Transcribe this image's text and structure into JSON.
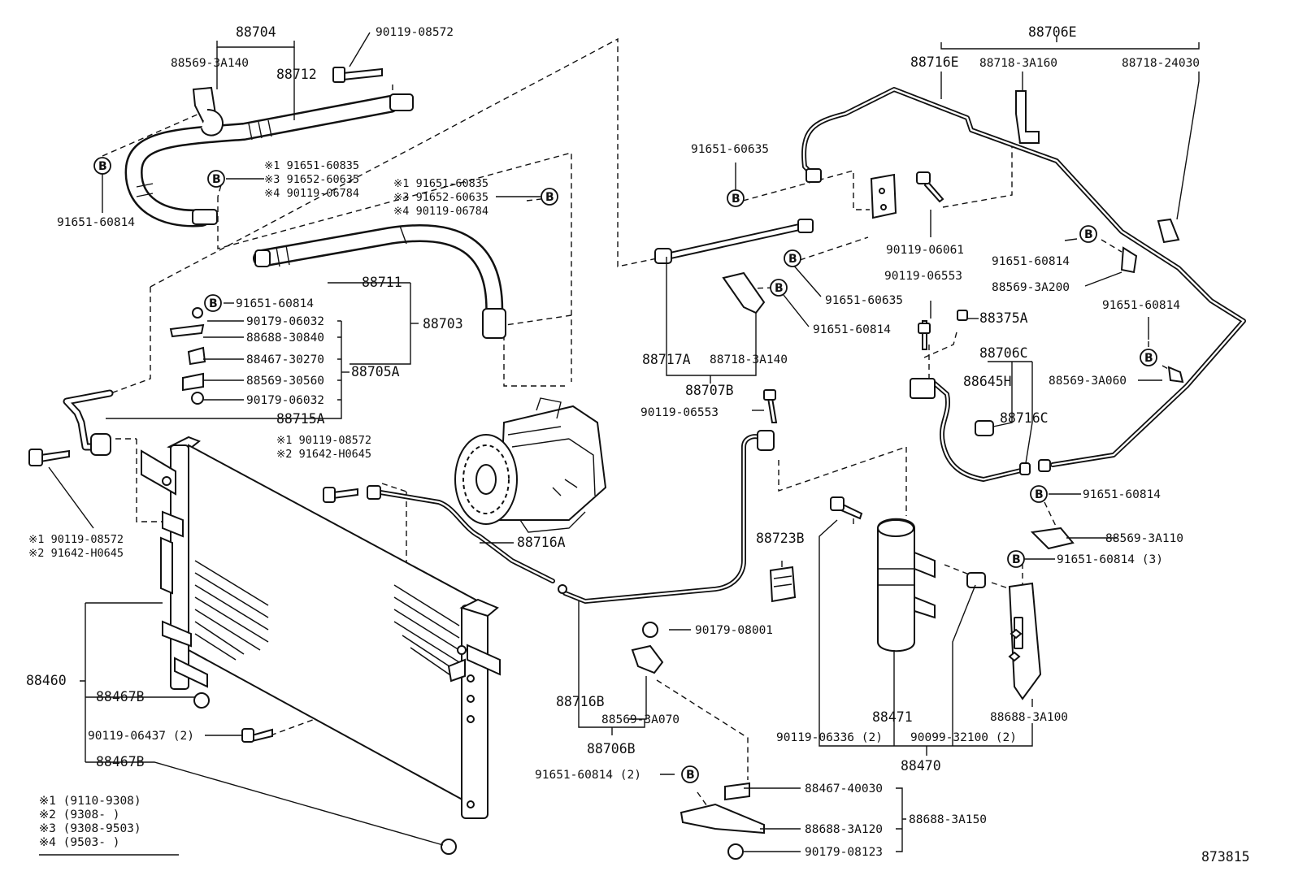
{
  "diagram_id": "873815",
  "callout_marker": "B",
  "groups": {
    "g88704": "88704",
    "g88706E": "88706E",
    "g88703": "88703",
    "g88705A": "88705A",
    "g88707B": "88707B",
    "g88706C": "88706C",
    "g88706B": "88706B",
    "g88460": "88460",
    "g88470": "88470",
    "g88688_3A150": "88688-3A150"
  },
  "labels": {
    "p88569_3A140": "88569-3A140",
    "p88712": "88712",
    "p90119_08572_top": "90119-08572",
    "p91651_60814_a": "91651-60814",
    "notes_a_1": "※1 91651-60835",
    "notes_a_3": "※3 91652-60635",
    "notes_a_4": "※4 90119-06784",
    "notes_b_1": "※1 91651-60835",
    "notes_b_3": "※3 91652-60635",
    "notes_b_4": "※4 90119-06784",
    "p88711": "88711",
    "p91651_60814_b": "91651-60814",
    "p90179_06032_a": "90179-06032",
    "p88688_30840": "88688-30840",
    "p88467_30270": "88467-30270",
    "p88569_30560": "88569-30560",
    "p90179_06032_b": "90179-06032",
    "p88715A": "88715A",
    "notes_c_1": "※1 90119-08572",
    "notes_c_2": "※2 91642-H0645",
    "notes_d_1": "※1 90119-08572",
    "notes_d_2": "※2 91642-H0645",
    "p88716A": "88716A",
    "p88467B_a": "88467B",
    "p90119_06437": "90119-06437 (2)",
    "p88467B_b": "88467B",
    "p91651_60635_a": "91651-60635",
    "p91651_60635_b": "91651-60635",
    "p91651_60814_c": "91651-60814",
    "p88717A": "88717A",
    "p88718_3A140": "88718-3A140",
    "p90119_06553_a": "90119-06553",
    "p88723B": "88723B",
    "p90179_08001": "90179-08001",
    "p88716B": "88716B",
    "p88569_3A070": "88569-3A070",
    "p91651_60814_2": "91651-60814 (2)",
    "p88467_40030": "88467-40030",
    "p88688_3A120": "88688-3A120",
    "p90179_08123": "90179-08123",
    "p88716E": "88716E",
    "p88718_3A160": "88718-3A160",
    "p88718_24030": "88718-24030",
    "p90119_06061": "90119-06061",
    "p91651_60814_d": "91651-60814",
    "p88569_3A200": "88569-3A200",
    "p90119_06553_b": "90119-06553",
    "p88375A": "88375A",
    "p91651_60814_e": "91651-60814",
    "p88645H": "88645H",
    "p88716C": "88716C",
    "p88569_3A060": "88569-3A060",
    "p91651_60814_f": "91651-60814",
    "p88569_3A110": "88569-3A110",
    "p91651_60814_3": "91651-60814 (3)",
    "p88471": "88471",
    "p90119_06336": "90119-06336 (2)",
    "p90099_32100": "90099-32100 (2)",
    "p88688_3A100": "88688-3A100"
  },
  "legend": [
    "※1 (9110-9308)",
    "※2 (9308-     )",
    "※3 (9308-9503)",
    "※4 (9503-     )"
  ]
}
